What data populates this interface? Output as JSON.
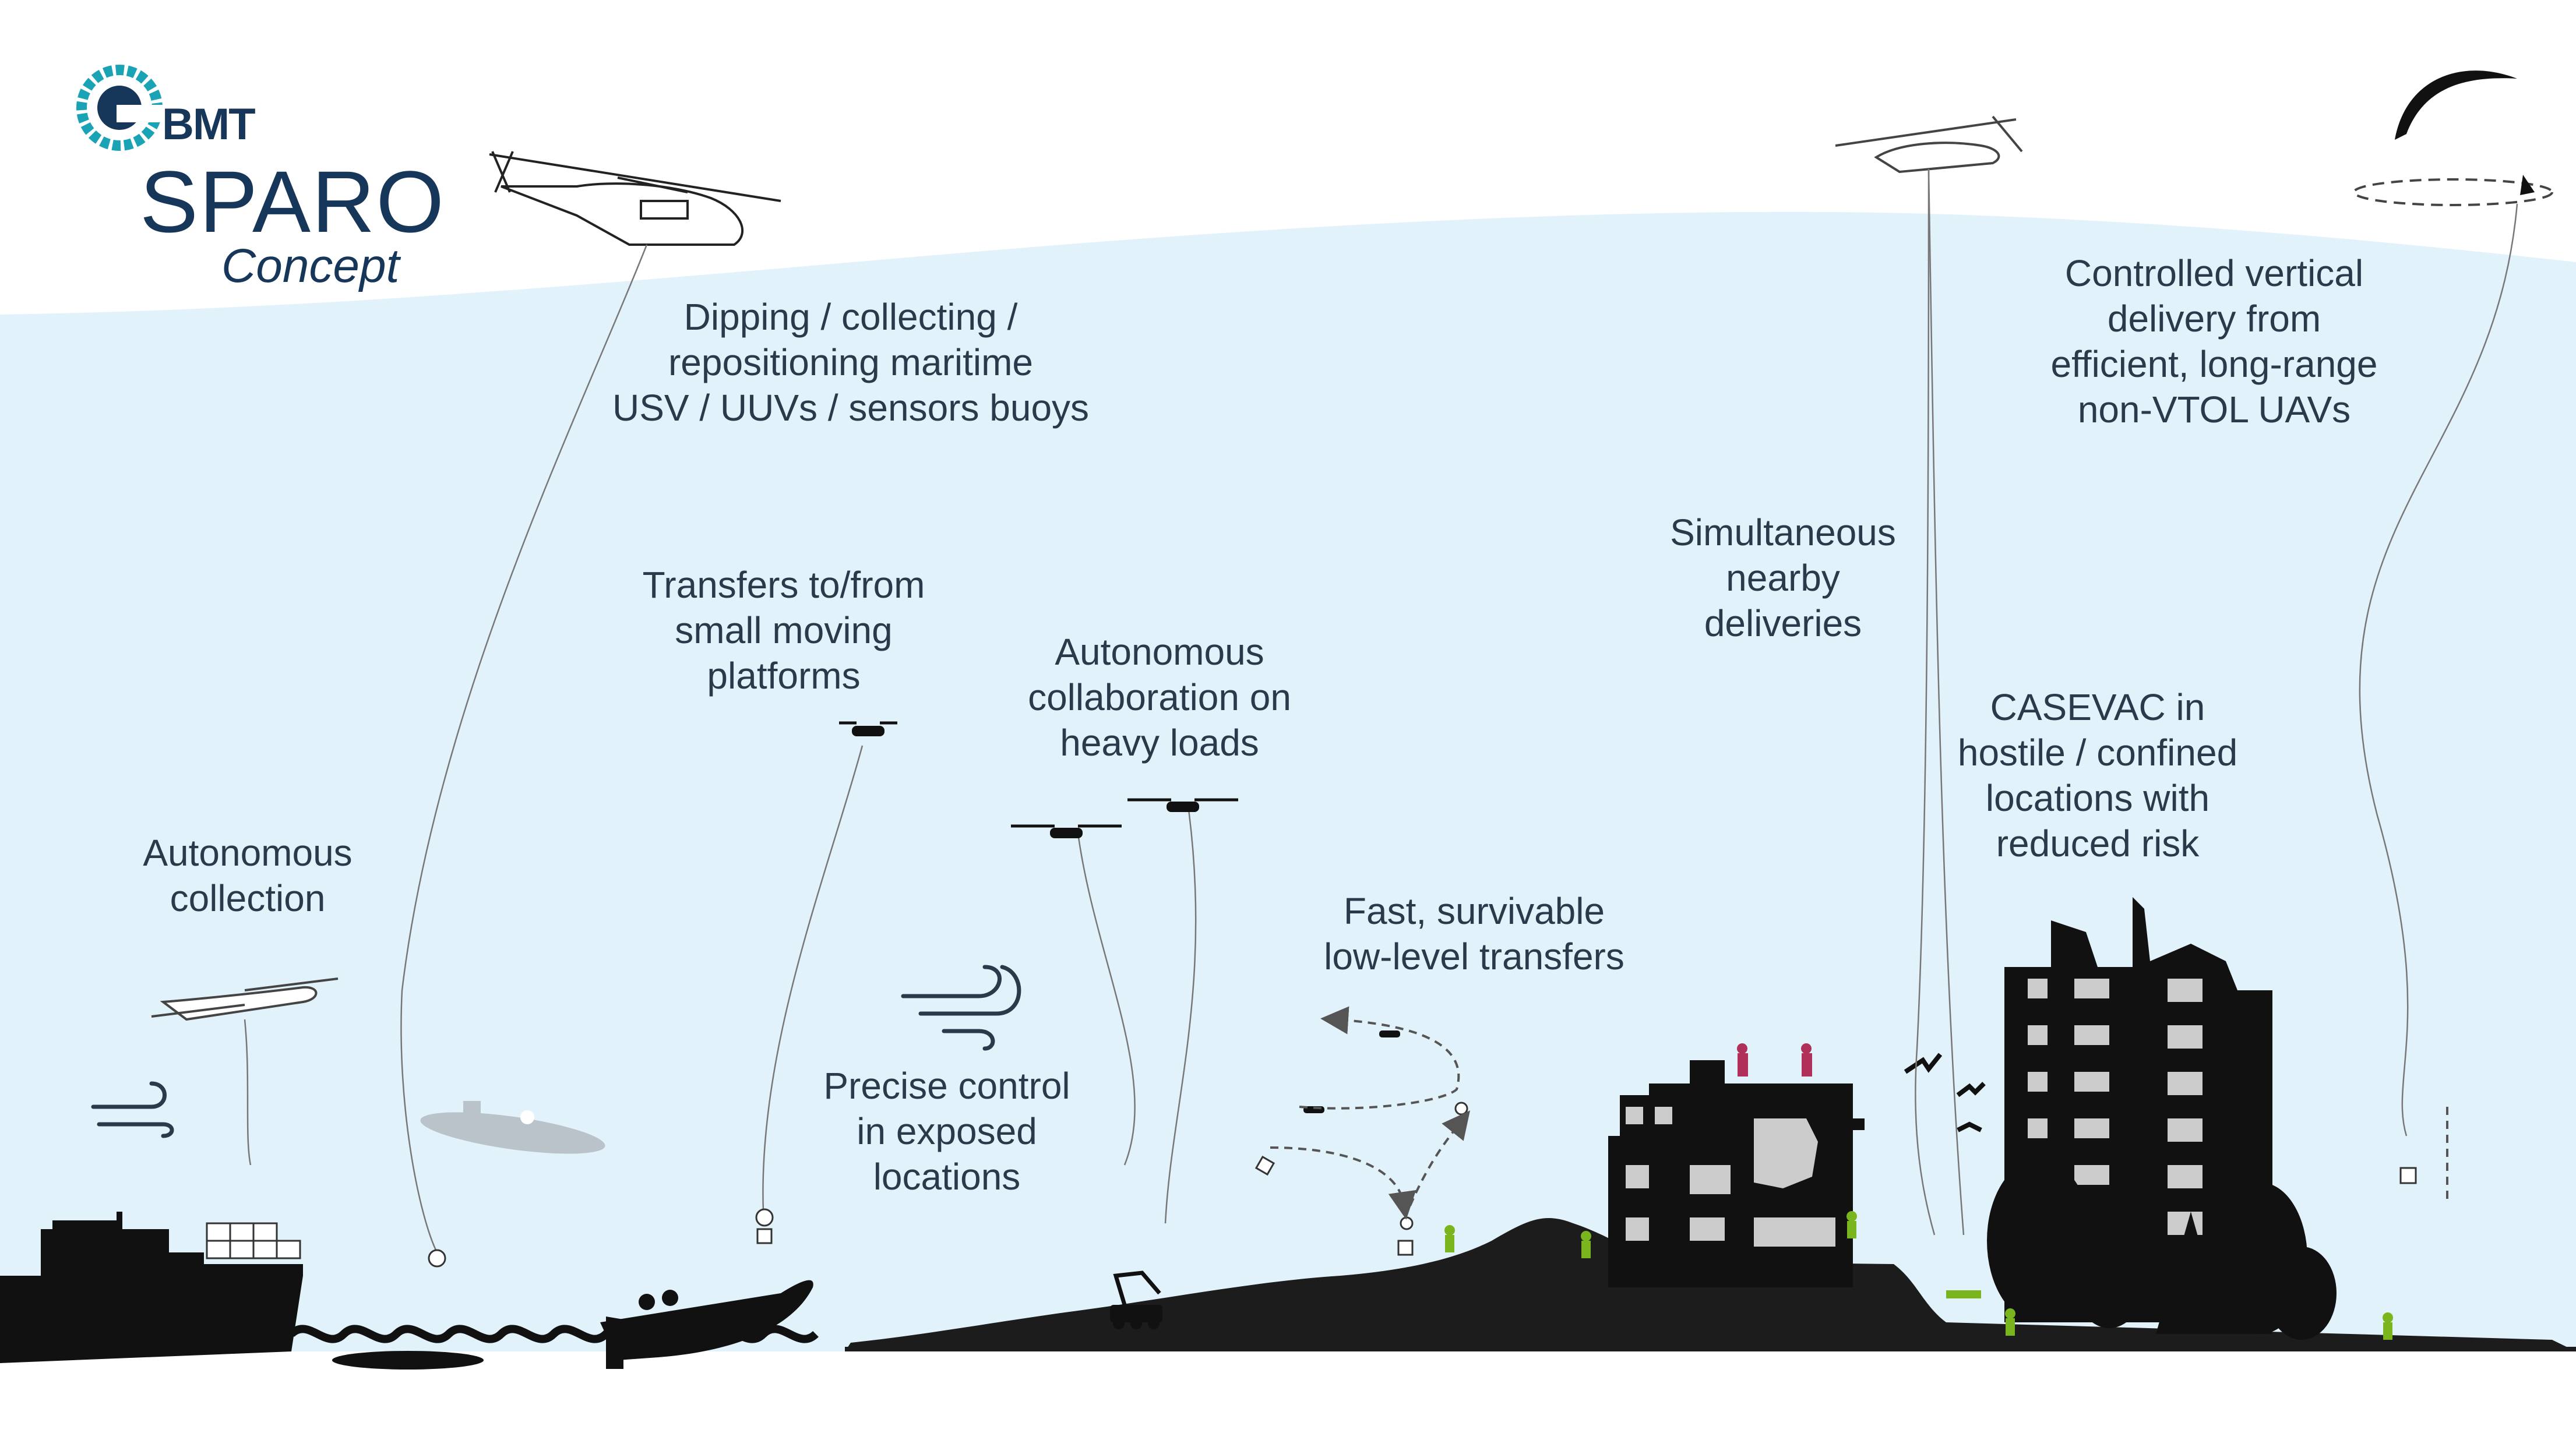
{
  "logo": {
    "brand": "BMT",
    "product": "SPARO",
    "subtitle": "Concept"
  },
  "captions": {
    "dipping": [
      "Dipping / collecting /",
      "repositioning maritime",
      "USV / UUVs / sensors buoys"
    ],
    "autonomous_collection": [
      "Autonomous",
      "collection"
    ],
    "transfers": [
      "Transfers to/from",
      "small moving",
      "platforms"
    ],
    "collaboration": [
      "Autonomous",
      "collaboration on",
      "heavy loads"
    ],
    "precise": [
      "Precise control",
      "in exposed",
      "locations"
    ],
    "fast": [
      "Fast, survivable",
      "low-level transfers"
    ],
    "simultaneous": [
      "Simultaneous",
      "nearby",
      "deliveries"
    ],
    "casevac": [
      "CASEVAC in",
      "hostile / confined",
      "locations with",
      "reduced risk"
    ],
    "controlled": [
      "Controlled vertical",
      "delivery from",
      "efficient, long-range",
      "non-VTOL UAVs"
    ]
  },
  "colors": {
    "sky": "#e2f2fa",
    "ground": "#1c1c1c",
    "text": "#2a3a4a",
    "brand": "#16365a",
    "brand_accent": "#1aa3b5",
    "soldier_green": "#7ab51d",
    "soldier_magenta": "#b0305a"
  },
  "icons": [
    "bmt-globe-icon",
    "helicopter-icon",
    "drone-icon",
    "wind-icon",
    "boat-icon",
    "ship-icon",
    "submarine-icon",
    "ground-robot-icon",
    "building-icon",
    "tree-icon",
    "bird-icon",
    "parafoil-icon",
    "soldier-icon",
    "package-icon"
  ]
}
